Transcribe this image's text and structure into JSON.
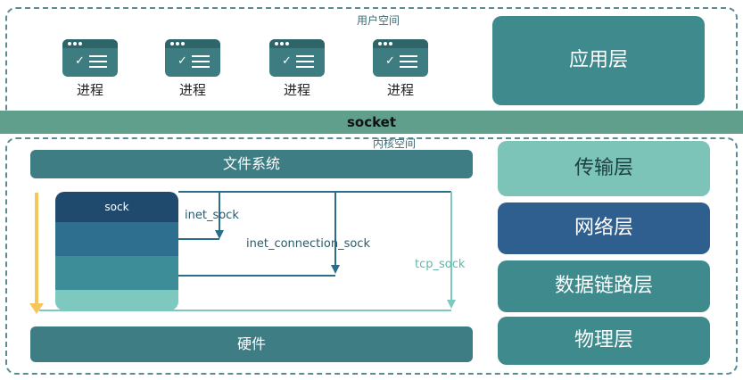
{
  "user_space": {
    "label": "用户空间",
    "processes": [
      {
        "label": "进程",
        "icon": "process-window-icon"
      },
      {
        "label": "进程",
        "icon": "process-window-icon"
      },
      {
        "label": "进程",
        "icon": "process-window-icon"
      },
      {
        "label": "进程",
        "icon": "process-window-icon"
      }
    ]
  },
  "socket_bar": "socket",
  "kernel_space": {
    "label": "内核空间",
    "filesystem": "文件系统",
    "hardware": "硬件"
  },
  "sock_structures": {
    "sock": "sock",
    "inet_sock": "inet_sock",
    "inet_connection_sock": "inet_connection_sock",
    "tcp_sock": "tcp_sock"
  },
  "layers": [
    {
      "label": "应用层",
      "color": "#3f8a8c"
    },
    {
      "label": "传输层",
      "color": "#7cc4b8"
    },
    {
      "label": "网络层",
      "color": "#2f5f8e"
    },
    {
      "label": "数据链路层",
      "color": "#3f8a8c"
    },
    {
      "label": "物理层",
      "color": "#3f8a8c"
    }
  ],
  "colors": {
    "border": "#5b8c96",
    "socket": "#5f9f8c",
    "sock_dark": "#1f4a6e",
    "inet": "#2e6f8f",
    "inet_conn": "#3d8d98",
    "tcp": "#7ec9bf",
    "arrow_yellow": "#f5c75a"
  }
}
